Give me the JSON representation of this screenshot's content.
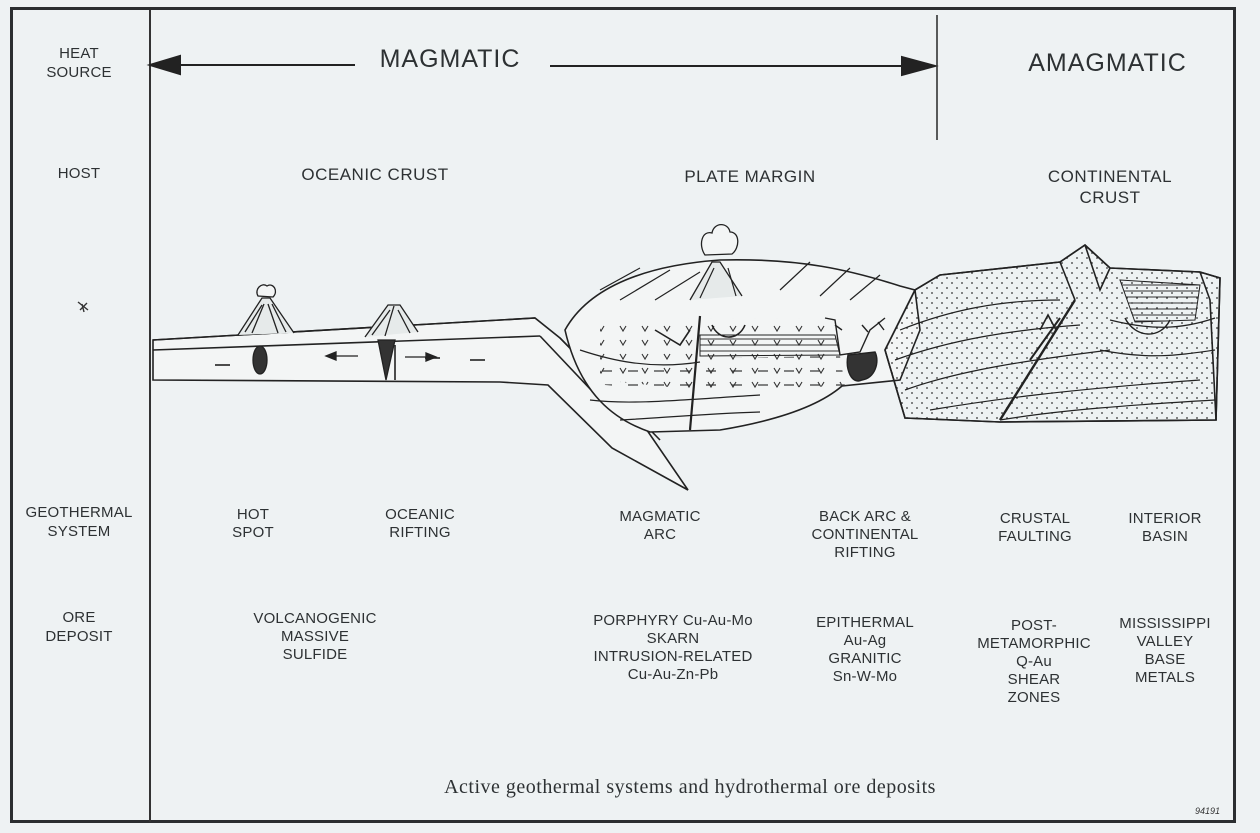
{
  "row_labels": {
    "heat_source": "HEAT\nSOURCE",
    "host": "HOST",
    "geothermal_system": "GEOTHERMAL\nSYSTEM",
    "ore_deposit": "ORE\nDEPOSIT"
  },
  "heat_source": {
    "magmatic": "MAGMATIC",
    "amagmatic": "AMAGMATIC"
  },
  "host": {
    "oceanic_crust": "OCEANIC CRUST",
    "plate_margin": "PLATE MARGIN",
    "continental_crust": "CONTINENTAL\nCRUST"
  },
  "geothermal_systems": [
    "HOT\nSPOT",
    "OCEANIC\nRIFTING",
    "MAGMATIC\nARC",
    "BACK ARC &\nCONTINENTAL\nRIFTING",
    "CRUSTAL\nFAULTING",
    "INTERIOR\nBASIN"
  ],
  "ore_deposits": [
    "VOLCANOGENIC\nMASSIVE\nSULFIDE",
    "PORPHYRY Cu-Au-Mo\nSKARN\nINTRUSION-RELATED\nCu-Au-Zn-Pb",
    "EPITHERMAL\nAu-Ag\nGRANITIC\nSn-W-Mo",
    "POST-\nMETAMORPHIC\nQ-Au\nSHEAR\nZONES",
    "MISSISSIPPI\nVALLEY\nBASE\nMETALS"
  ],
  "caption": "Active geothermal systems and hydrothermal ore deposits",
  "stamp": "94191"
}
